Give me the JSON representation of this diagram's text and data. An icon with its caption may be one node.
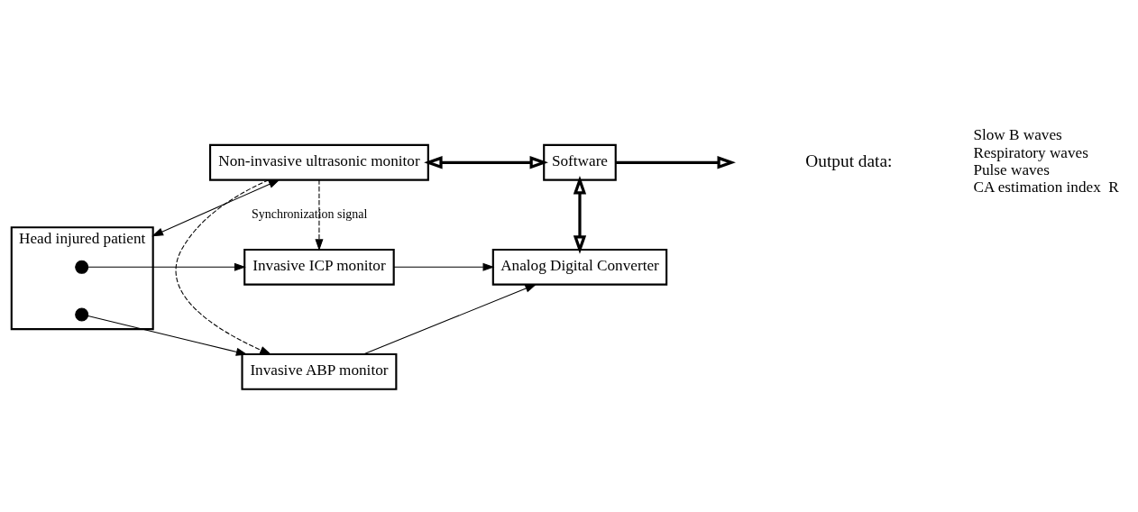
{
  "diagram": {
    "nodes": [
      {
        "text": [
          "Head injured patient"
        ]
      },
      {
        "text": [
          "Non-invasive ultrasonic monitor"
        ]
      },
      {
        "text": [
          "Software"
        ]
      },
      {
        "text": [
          "Invasive ICP monitor"
        ]
      },
      {
        "text": [
          "Analog Digital Converter"
        ]
      },
      {
        "text": [
          "Invasive ABP monitor"
        ]
      },
      {
        "text": [],
        "shape": "circle",
        "in": 0
      },
      {
        "text": [],
        "shape": "circle",
        "in": 0
      }
    ],
    "edges": [
      {
        "from": 0,
        "to": 1,
        "arrow": "both"
      },
      {
        "from": 1,
        "to": 2,
        "arrow": "both",
        "style": "thick"
      },
      {
        "from": 2,
        "to": null,
        "arrow": "to",
        "style": "thick"
      },
      {
        "from": 2,
        "to": 4,
        "arrow": "both",
        "style": "thick"
      },
      {
        "from": 6,
        "to": 3,
        "arrow": "to"
      },
      {
        "from": 7,
        "to": 5,
        "arrow": "to"
      },
      {
        "from": 3,
        "to": 4,
        "arrow": "to"
      },
      {
        "from": 5,
        "to": 4,
        "arrow": "to"
      },
      {
        "from": 1,
        "to": 3,
        "arrow": "to",
        "style": "dashed",
        "label": "Synchronization signal"
      },
      {
        "from": 1,
        "to": 5,
        "arrow": "to",
        "style": "dashed"
      }
    ],
    "labels": [
      "Output data:",
      "Slow B waves",
      "Respiratory waves",
      "Pulse waves",
      "CA estimation index  R"
    ]
  }
}
